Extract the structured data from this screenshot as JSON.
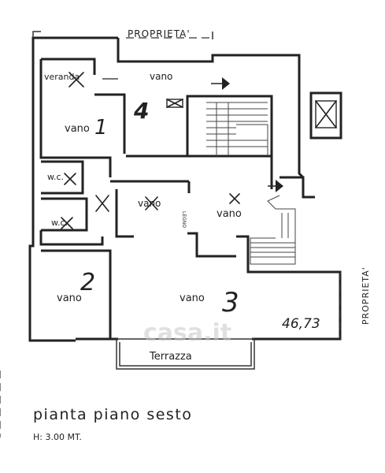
{
  "labels": {
    "proprieta_top": "PROPRIETA'",
    "proprieta_right": "PROPRIETA'",
    "veranda": "veranda",
    "vano_top": "vano",
    "vano1_word": "vano",
    "vano1_num": "1",
    "wc1": "w.c.",
    "wc2": "w.c.",
    "vano_center": "vano",
    "legno": "LEGNO",
    "vano_right": "vano",
    "vano2_word": "vano",
    "vano2_num": "2",
    "vano3_word": "vano",
    "vano3_num": "3",
    "area": "46,73",
    "terrazza": "Terrazza",
    "floor_number_mark": "4",
    "watermark": "casa.it"
  },
  "caption": {
    "title": "pianta piano sesto",
    "height_note": "H: 3.00 MT."
  }
}
